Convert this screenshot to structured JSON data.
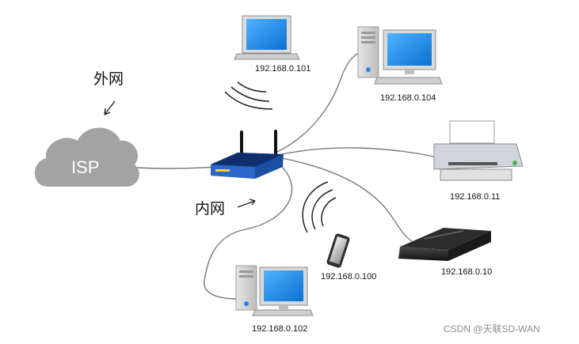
{
  "labels": {
    "outer_net": "外网",
    "inner_net": "内网",
    "isp": "ISP"
  },
  "devices": {
    "laptop": {
      "ip": "192.168.0.101"
    },
    "desktop_top": {
      "ip": "192.168.0.104"
    },
    "printer": {
      "ip": "192.168.0.11"
    },
    "switch_box": {
      "ip": "192.168.0.10"
    },
    "phone": {
      "ip": "192.168.0.100"
    },
    "desktop_bottom": {
      "ip": "192.168.0.102"
    }
  },
  "watermark": "CSDN @天联SD-WAN",
  "colors": {
    "cloud": "#a3a3a3",
    "screen_blue": "#1e88e5",
    "router_blue": "#1a4fa3",
    "cable": "#7a7a7a",
    "case_gray": "#d4d4d4"
  }
}
